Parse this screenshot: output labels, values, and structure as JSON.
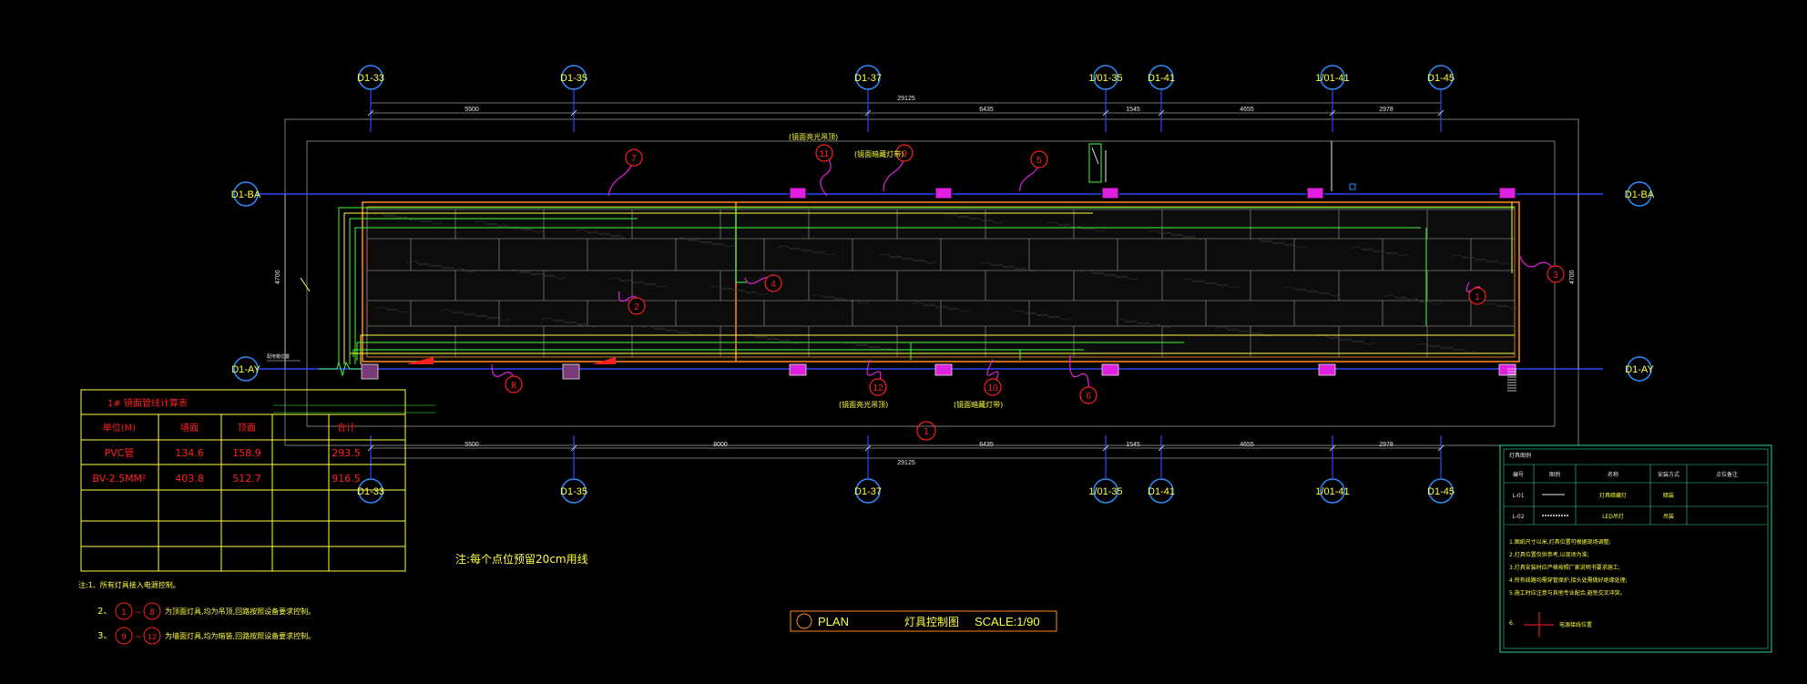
{
  "grid_labels_top": [
    "D1-33",
    "D1-35",
    "D1-37",
    "1/01-35",
    "D1-41",
    "1/01-41",
    "D1-45"
  ],
  "grid_labels_bottom": [
    "D1-33",
    "D1-35",
    "D1-37",
    "1/01-35",
    "D1-41",
    "1/01-41",
    "D1-45"
  ],
  "grid_labels_side": {
    "upper": "D1-BA",
    "lower": "D1-AY"
  },
  "dims_top": [
    "5500",
    "6435",
    "1545",
    "4655",
    "2978"
  ],
  "dims_top_total": "29125",
  "dims_bottom": [
    "5500",
    "8000",
    "6435",
    "1545",
    "4655",
    "2978"
  ],
  "dims_bottom_total": "29125",
  "dim_side": "4700",
  "circuit_numbers": [
    "1",
    "2",
    "3",
    "4",
    "5",
    "6",
    "7",
    "8",
    "9",
    "10",
    "11",
    "12"
  ],
  "annotations": {
    "a11": "(镜面亮光吊顶)",
    "a9": "(镜面暗藏灯带)",
    "a12": "(镜面亮光吊顶)",
    "a10": "(镜面暗藏灯带)",
    "small_box": "配电箱位置"
  },
  "section_marker": "1",
  "table": {
    "title": "1# 镜面管线计算表",
    "headers": [
      "单位(M)",
      "墙面",
      "顶面",
      "",
      "合计"
    ],
    "rows": [
      [
        "PVC管",
        "134.6",
        "158.9",
        "",
        "293.5"
      ],
      [
        "BV-2.5MM²",
        "403.8",
        "512.7",
        "",
        "916.5"
      ],
      [
        "",
        "",
        "",
        "",
        ""
      ],
      [
        "",
        "",
        "",
        "",
        ""
      ],
      [
        "",
        "",
        "",
        "",
        ""
      ]
    ]
  },
  "center_note": "注:每个点位预留20cm用线",
  "notes": {
    "n1": "注:1、所有灯具接入电源控制。",
    "n2_prefix": "2、",
    "n2_from": "1",
    "n2_to": "8",
    "n2_text": "为顶面灯具,均为吊顶,回路按照设备要求控制。",
    "n3_prefix": "3、",
    "n3_from": "9",
    "n3_to": "12",
    "n3_text": "为墙面灯具,均为暗装,回路按照设备要求控制。"
  },
  "title_block": {
    "plan": "PLAN",
    "name": "灯具控制图",
    "scale": "SCALE:1/90"
  },
  "legend": {
    "title": "灯具图例",
    "headers": [
      "编号",
      "图例",
      "名称",
      "安装方式",
      "点位备注"
    ],
    "rows": [
      [
        "L-01",
        "",
        "灯具暗藏灯",
        "暗装",
        ""
      ],
      [
        "L-02",
        "",
        "LED吊灯",
        "吊装",
        ""
      ]
    ],
    "notes": [
      "1.图纸尺寸以米,灯具位置可根据现场调整;",
      "2.灯具位置仅供参考,以现场为准;",
      "3.灯具安装时应严格按照厂家说明书要求施工;",
      "4.所有线路均需穿管保护,接头处需做好绝缘处理;",
      "5.施工时应注意与其他专业配合,避免交叉冲突。"
    ],
    "symbol_num": "6.",
    "symbol_text": "电源接线位置"
  },
  "colors": {
    "grid": "#2d46ff",
    "bubble": "#2a8cff",
    "red": "#ff2020",
    "yellow": "#ffff40",
    "magenta": "#e020e0",
    "green": "#40ff40",
    "orange": "#ff8a1e",
    "gray": "#7a7a7a",
    "white": "#e8e8e8"
  }
}
